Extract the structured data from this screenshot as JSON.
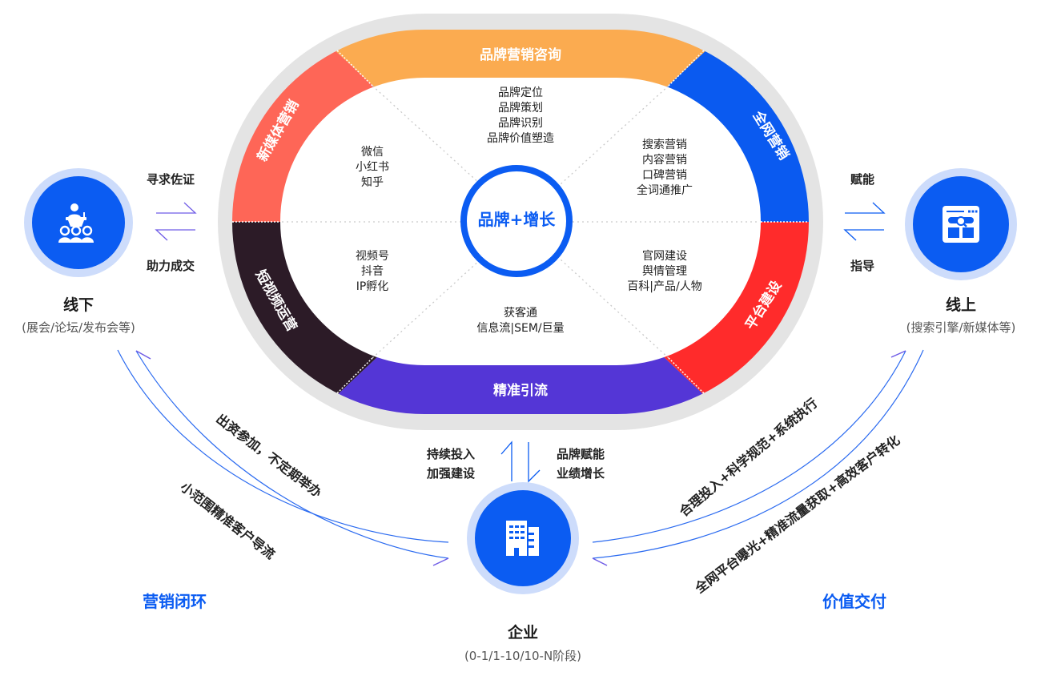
{
  "colors": {
    "ring_gray": "#e4e4e4",
    "brand_consulting": "#fbab50",
    "full_network": "#0a5af0",
    "platform": "#ff2b2b",
    "precise_traffic": "#5436d6",
    "short_video": "#2c1b27",
    "new_media": "#fe6657",
    "primary_blue": "#0b5cf2",
    "node_halo": "#cddcfb",
    "arrow_purple": "#6f5ce6"
  },
  "hub": {
    "center_label": "品牌+增长",
    "segments": [
      {
        "label": "品牌营销咨询",
        "items": [
          "品牌定位",
          "品牌策划",
          "品牌识别",
          "品牌价值塑造"
        ]
      },
      {
        "label": "全网营销",
        "items": [
          "搜索营销",
          "内容营销",
          "口碑营销",
          "全词通推广"
        ]
      },
      {
        "label": "平台建设",
        "items": [
          "官网建设",
          "舆情管理",
          "百科|产品/人物"
        ]
      },
      {
        "label": "精准引流",
        "items": [
          "获客通",
          "信息流|SEM/巨量"
        ]
      },
      {
        "label": "短视频运营",
        "items": [
          "视频号",
          "抖音",
          "IP孵化"
        ]
      },
      {
        "label": "新媒体营销",
        "items": [
          "微信",
          "小红书",
          "知乎"
        ]
      }
    ]
  },
  "offline": {
    "icon": "presentation-audience-icon",
    "title": "线下",
    "subtitle": "(展会/论坛/发布会等)",
    "to_hub_label": "寻求佐证",
    "from_hub_label": "助力成交"
  },
  "online": {
    "icon": "web-search-page-icon",
    "title": "线上",
    "subtitle": "(搜索引擎/新媒体等)",
    "to_online_label": "赋能",
    "from_online_label": "指导"
  },
  "enterprise": {
    "icon": "office-building-icon",
    "title": "企业",
    "subtitle": "(0-1/1-10/10-N阶段)",
    "up_labels": [
      "持续投入",
      "加强建设"
    ],
    "down_labels": [
      "品牌赋能",
      "业绩增长"
    ]
  },
  "loops": {
    "left": {
      "section_label": "营销闭环",
      "outer_label": "出资参加，不定期举办",
      "inner_label": "小范围精准客户导流"
    },
    "right": {
      "section_label": "价值交付",
      "outer_label": "合理投入+科学规范+系统执行",
      "inner_label": "全网平台曝光+精准流量获取+高效客户转化"
    }
  }
}
